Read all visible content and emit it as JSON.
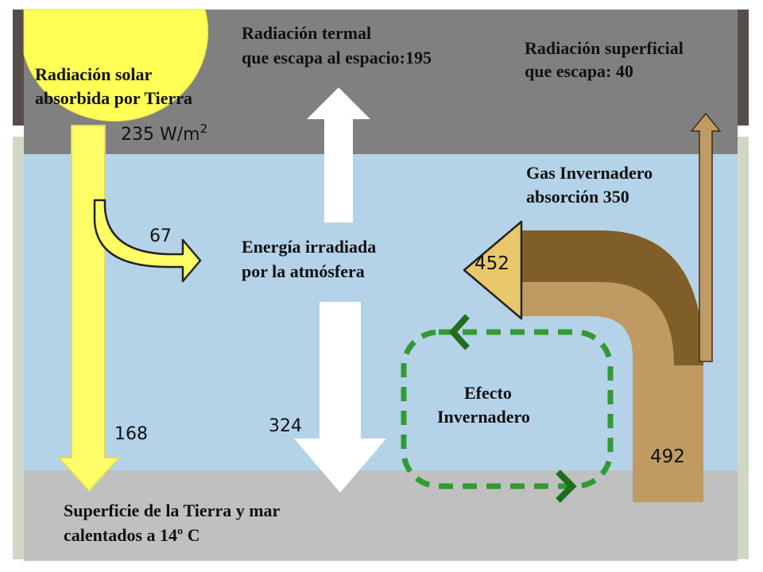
{
  "labels": {
    "solar_absorbed": [
      "Radiación solar",
      "absorbida por Tierra"
    ],
    "solar_value": "235 W/m",
    "solar_value_sup": "2",
    "thermal_escape": [
      "Radiación termal",
      "que escapa al espacio:195"
    ],
    "surface_escape": [
      "Radiación superficial",
      "que escapa: 40"
    ],
    "greenhouse_absorption": [
      "Gas Invernadero",
      "absorción 350"
    ],
    "atmosphere_energy": [
      "Energía irradiada",
      "por la atmósfera"
    ],
    "greenhouse_effect": [
      "Efecto",
      "Invernadero"
    ],
    "surface": [
      "Superficie de la Tierra y mar",
      "calentados a 14º C"
    ]
  },
  "values": {
    "atmosphere_absorbed_solar": "67",
    "solar_to_surface": "168",
    "back_radiation": "324",
    "atmosphere_outgoing": "452",
    "surface_emission": "492"
  },
  "colors": {
    "space": "#808080",
    "atmosphere": "#b5d3e8",
    "ground": "#c0c0c0",
    "frame_dark": "#574d4b",
    "frame_light": "#cfd8c4",
    "sun": "#ffff55",
    "solar_arrow": "#ffff66",
    "solar_arrow_stroke": "#e8e066",
    "earth_arrow": "#bf9a62",
    "earth_arrow_dark": "#7f5e27",
    "earth_head": "#e8c86a",
    "white_arrow": "#ffffff",
    "loop": "#339933",
    "loop_dark": "#1e6e1e"
  }
}
